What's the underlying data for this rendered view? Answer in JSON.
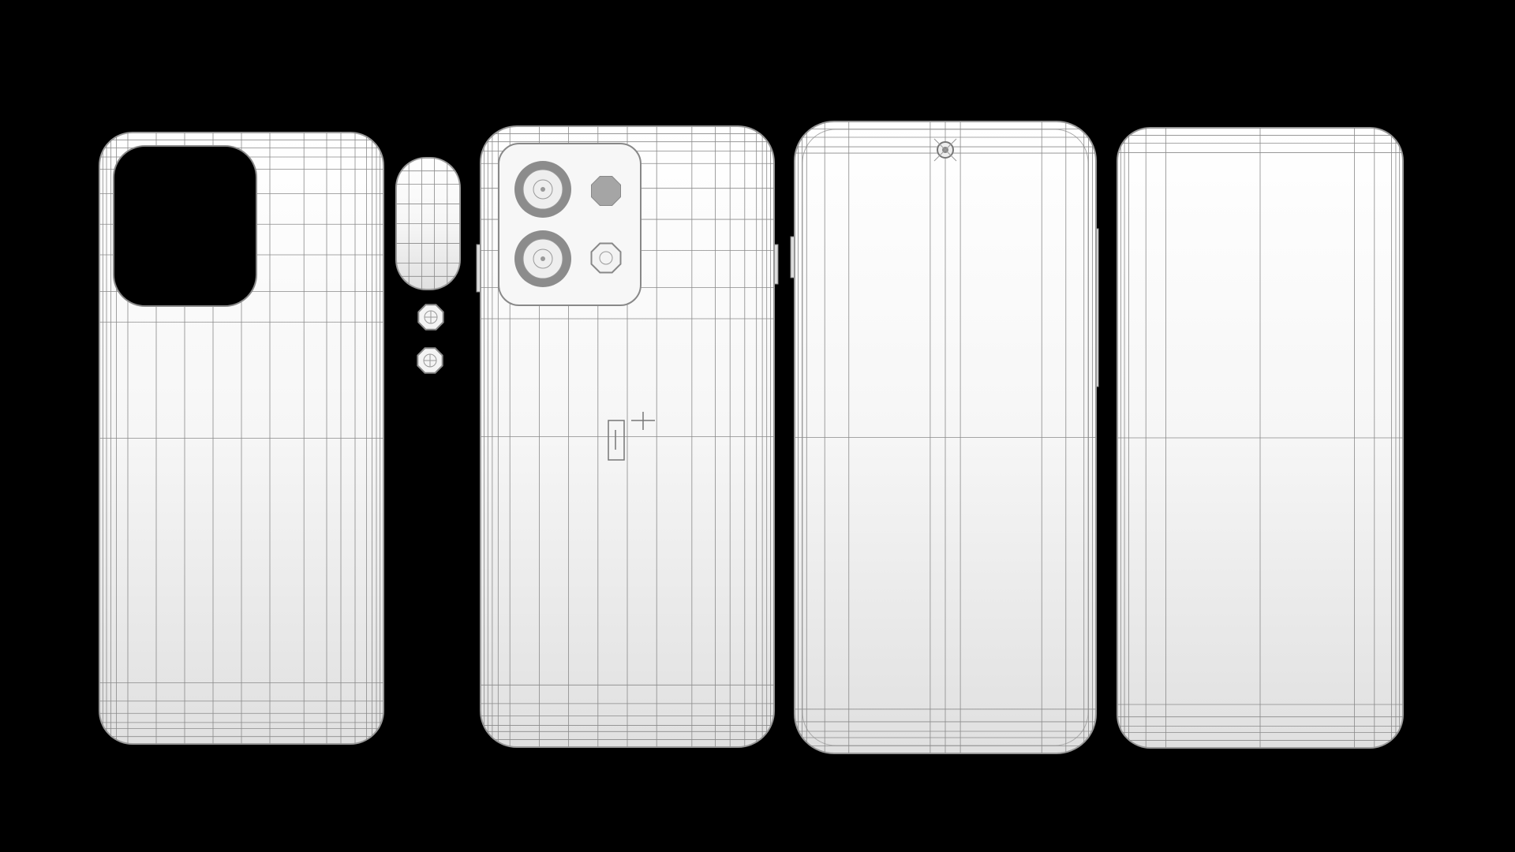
{
  "scene": {
    "background_color": "#000000",
    "surface_top_color": "#ffffff",
    "surface_bottom_color": "#e2e2e2",
    "wire_color": "#8a8a8a",
    "lens_ring_color": "#8c8c8c",
    "parts": [
      {
        "name": "back-cover-with-camera-cutout"
      },
      {
        "name": "camera-glass-piece"
      },
      {
        "name": "small-lens-part-1"
      },
      {
        "name": "small-lens-part-2"
      },
      {
        "name": "phone-back-with-camera-module"
      },
      {
        "name": "phone-front-with-punch-hole"
      },
      {
        "name": "phone-screen-panel"
      }
    ]
  }
}
